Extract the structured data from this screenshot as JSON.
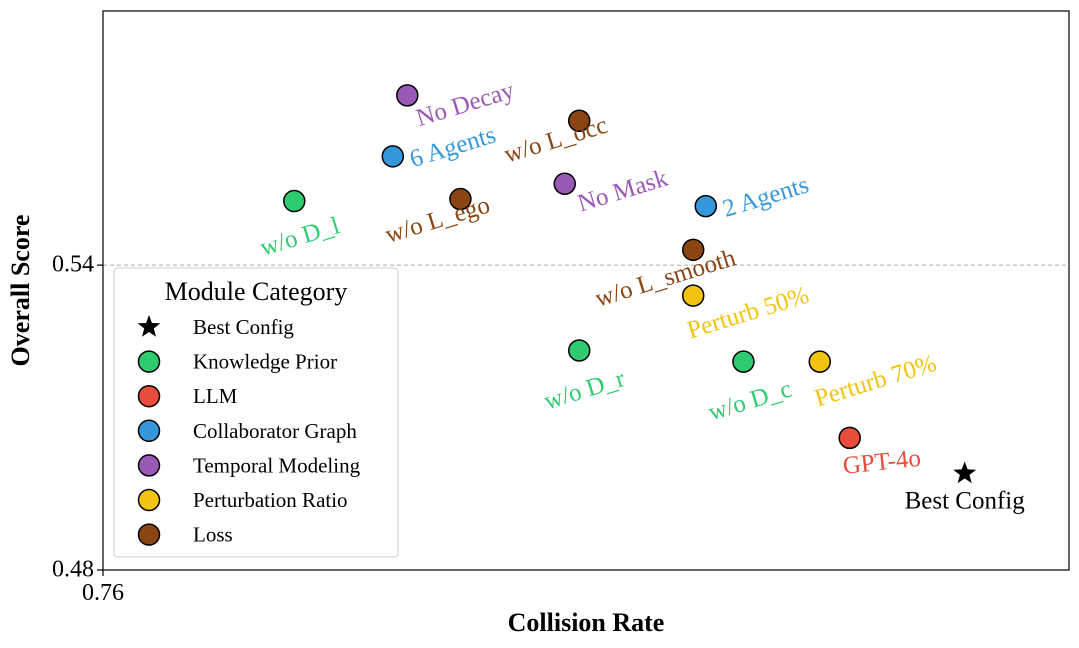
{
  "chart_data": {
    "type": "scatter",
    "xlabel": "Collision Rate",
    "ylabel": "Overall Score",
    "x_ticks": [
      "0.76"
    ],
    "y_ticks": [
      "0.54",
      "0.48"
    ],
    "xlim": [
      0.76,
      0.86
    ],
    "ylim": [
      0.48,
      0.59
    ],
    "reference_line": {
      "y": 0.54,
      "style": "dashed",
      "color": "#aaaaaa"
    },
    "colors": {
      "Best Config": "#000000",
      "Knowledge Prior": "#2ecc71",
      "LLM": "#e74c3c",
      "Collaborator Graph": "#3498db",
      "Temporal Modeling": "#9b59b6",
      "Perturbation Ratio": "#f1c40f",
      "Loss": "#8b4513"
    },
    "legend": {
      "title": "Module Category",
      "placement": "lower-left",
      "entries": [
        "Best Config",
        "Knowledge Prior",
        "LLM",
        "Collaborator Graph",
        "Temporal Modeling",
        "Perturbation Ratio",
        "Loss"
      ]
    },
    "points": [
      {
        "label": "No Decay",
        "category": "Temporal Modeling",
        "x": 0.7915,
        "y": 0.5734
      },
      {
        "label": "6 Agents",
        "category": "Collaborator Graph",
        "x": 0.79,
        "y": 0.5614
      },
      {
        "label": "w/o L_occ",
        "category": "Loss",
        "x": 0.8093,
        "y": 0.5684
      },
      {
        "label": "w/o D_l",
        "category": "Knowledge Prior",
        "x": 0.7798,
        "y": 0.5526
      },
      {
        "label": "w/o L_ego",
        "category": "Loss",
        "x": 0.797,
        "y": 0.553
      },
      {
        "label": "No Mask",
        "category": "Temporal Modeling",
        "x": 0.8078,
        "y": 0.556
      },
      {
        "label": "2 Agents",
        "category": "Collaborator Graph",
        "x": 0.8224,
        "y": 0.5516
      },
      {
        "label": "w/o L_smooth",
        "category": "Loss",
        "x": 0.8211,
        "y": 0.543
      },
      {
        "label": "Perturb 50%",
        "category": "Perturbation Ratio",
        "x": 0.8211,
        "y": 0.534
      },
      {
        "label": "w/o D_r",
        "category": "Knowledge Prior",
        "x": 0.8093,
        "y": 0.5232
      },
      {
        "label": "w/o D_c",
        "category": "Knowledge Prior",
        "x": 0.8263,
        "y": 0.521
      },
      {
        "label": "Perturb 70%",
        "category": "Perturbation Ratio",
        "x": 0.8342,
        "y": 0.521
      },
      {
        "label": "GPT-4o",
        "category": "LLM",
        "x": 0.8373,
        "y": 0.506
      },
      {
        "label": "Best Config",
        "category": "Best Config",
        "x": 0.8492,
        "y": 0.499
      }
    ]
  }
}
